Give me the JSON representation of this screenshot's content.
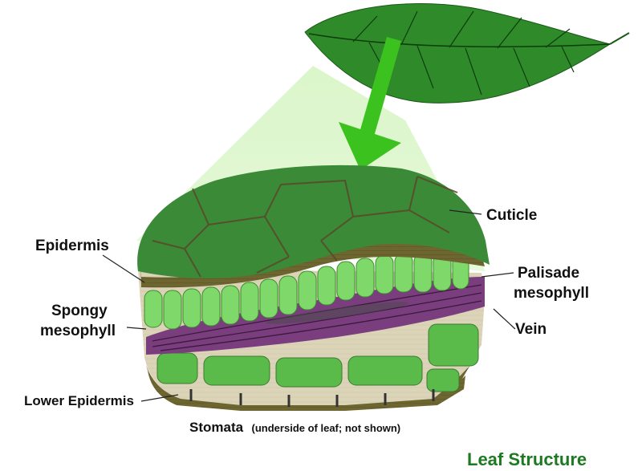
{
  "labels": {
    "cuticle": "Cuticle",
    "epidermis": "Epidermis",
    "palisade_line1": "Palisade",
    "palisade_line2": "mesophyll",
    "spongy_line1": "Spongy",
    "spongy_line2": "mesophyll",
    "vein": "Vein",
    "lower_epidermis": "Lower Epidermis",
    "stomata": "Stomata",
    "stomata_note": "(underside of leaf; not shown)"
  },
  "title": "Leaf Structure",
  "colors": {
    "leaf": "#2f8a2a",
    "leaf_vein_lines": "#0e3d0c",
    "arrow": "#3cc21e",
    "magnify_beam": "#d9f7c6",
    "cuticle_top": "#3a8a37",
    "cell_outline": "#5a4a2a",
    "epidermis_band": "#6e6630",
    "palisade_cell": "#7fd86a",
    "cytoplasm": "#e3dcc2",
    "vein": "#7a3e7e",
    "spongy_cell": "#5aba4a",
    "lower_epidermis": "#6a6430",
    "title": "#1e7a22"
  },
  "icons": {
    "leaf": "leaf-illustration",
    "arrow": "down-arrow",
    "cross_section": "leaf-cross-section"
  }
}
